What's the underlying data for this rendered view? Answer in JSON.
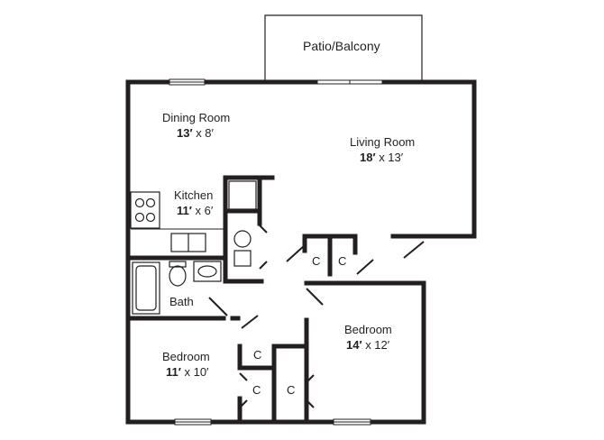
{
  "patio": {
    "label": "Patio/Balcony"
  },
  "rooms": {
    "dining": {
      "name": "Dining Room",
      "dim_a": "13′",
      "dim_b": " x 8′"
    },
    "living": {
      "name": "Living Room",
      "dim_a": "18′",
      "dim_b": " x 13′"
    },
    "kitchen": {
      "name": "Kitchen",
      "dim_a": "11′",
      "dim_b": " x 6′"
    },
    "bath": {
      "name": "Bath"
    },
    "bedroom_large": {
      "name": "Bedroom",
      "dim_a": "14′",
      "dim_b": " x 12′"
    },
    "bedroom_small": {
      "name": "Bedroom",
      "dim_a": "11′",
      "dim_b": " x 10′"
    }
  },
  "closets": [
    "C",
    "C",
    "C",
    "C",
    "C"
  ],
  "colors": {
    "wall": "#231f20",
    "fixture": "#231f20",
    "background": "#ffffff"
  }
}
